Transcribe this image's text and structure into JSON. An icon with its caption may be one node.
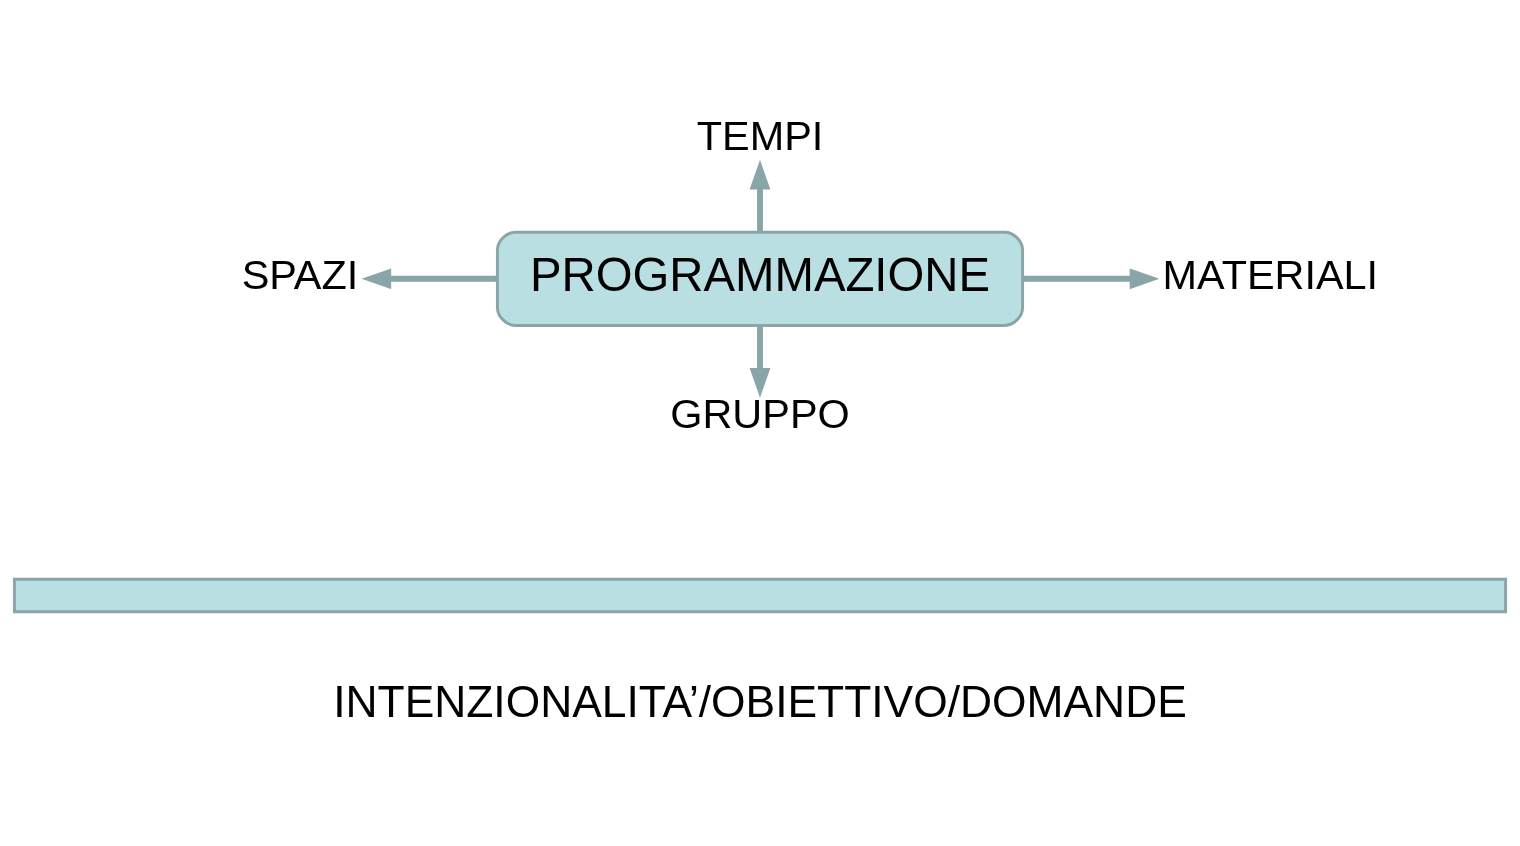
{
  "diagram": {
    "nodes": [
      {
        "text": [
          "PROGRAMMAZIONE"
        ]
      },
      {
        "text": [
          "TEMPI"
        ]
      },
      {
        "text": [
          "SPAZI"
        ]
      },
      {
        "text": [
          "MATERIALI"
        ]
      },
      {
        "text": [
          "GRUPPO"
        ]
      },
      {
        "text": [],
        "shape": "bar",
        "beside": [
          "INTENZIONALITA’/OBIETTIVO/DOMANDE"
        ]
      }
    ],
    "edges": [
      {
        "from": 0,
        "to": 1,
        "arrow": "to"
      },
      {
        "from": 0,
        "to": 2,
        "arrow": "to"
      },
      {
        "from": 0,
        "to": 3,
        "arrow": "to"
      },
      {
        "from": 0,
        "to": 4,
        "arrow": "to"
      }
    ]
  }
}
